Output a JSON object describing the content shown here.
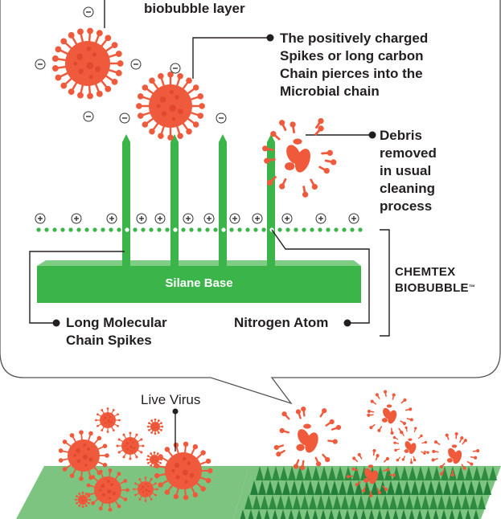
{
  "labels": {
    "top_left_partial": "biobubble layer",
    "spikes_pierce": [
      "The positively charged",
      "Spikes or long carbon",
      "Chain pierces into the",
      "Microbial chain"
    ],
    "debris": [
      "Debris",
      "removed",
      "in usual",
      "cleaning",
      "process"
    ],
    "silane_base": "Silane Base",
    "long_chain": [
      "Long Molecular",
      "Chain Spikes"
    ],
    "nitrogen": "Nitrogen Atom",
    "brand_line1": "CHEMTEX",
    "brand_line2": "BIOBUBBLE",
    "brand_tm": "™",
    "live_virus": "Live Virus"
  },
  "charges": {
    "negative_symbol": "−",
    "positive_symbol": "+"
  },
  "colors": {
    "virus": "#ef5a3c",
    "virus_dark": "#d63a22",
    "green": "#3bb44a",
    "green_light": "#7cc47f",
    "green_dark": "#1e7b34",
    "ink": "#231f20"
  }
}
